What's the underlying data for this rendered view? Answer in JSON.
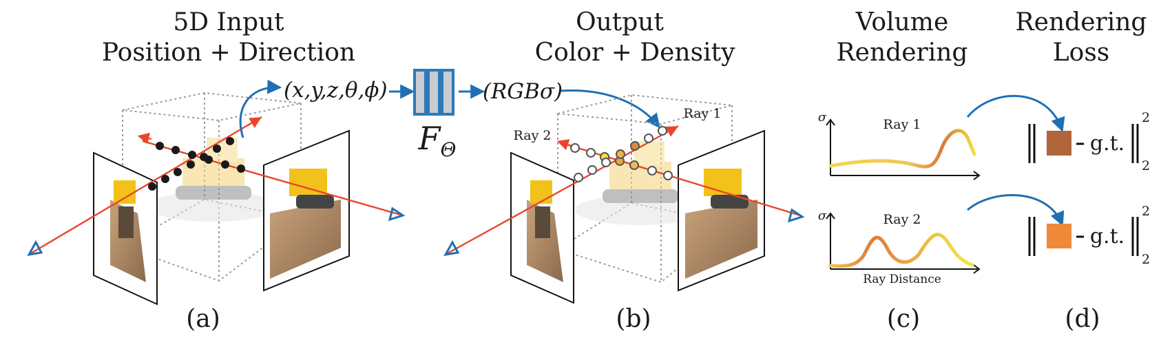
{
  "panel_a": {
    "title_line1": "5D Input",
    "title_line2": "Position + Direction",
    "caption": "(a)"
  },
  "network": {
    "input_vector": "(x,y,z,θ,ϕ)",
    "label": "F",
    "subscript": "Θ",
    "output_vector": "(RGBσ)"
  },
  "panel_b": {
    "title_line1": "Output",
    "title_line2": "Color + Density",
    "ray1": "Ray 1",
    "ray2": "Ray 2",
    "caption": "(b)"
  },
  "panel_c": {
    "title_line1": "Volume",
    "title_line2": "Rendering",
    "plot1_label": "Ray 1",
    "plot2_label": "Ray 2",
    "y_symbol": "σ",
    "x_label": "Ray Distance",
    "caption": "(c)"
  },
  "panel_d": {
    "title_line1": "Rendering",
    "title_line2": "Loss",
    "gt_label": "g.t.",
    "norm_sub": "2",
    "norm_sup": "2",
    "caption": "(d)"
  },
  "colors": {
    "ray": "#e8462a",
    "arrow_blue": "#1f6fb5",
    "net_fill": "#c9ccd3",
    "net_border": "#2c7ab8",
    "swatch_ray1": "#b0653a",
    "swatch_ray2": "#f0883a",
    "curve_yellow": "#f2d84b",
    "curve_orange": "#d8793a"
  }
}
